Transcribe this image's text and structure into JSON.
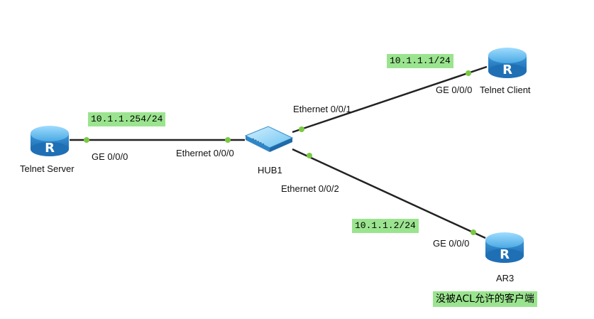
{
  "colors": {
    "link": "#222222",
    "port_dot": "#7ac943",
    "ip_highlight": "#9be48f",
    "router_body": "#4aa9e3",
    "hub_body": "#5db7ea"
  },
  "devices": {
    "telnet_server": {
      "name": "Telnet Server",
      "icon": "router-icon"
    },
    "telnet_client": {
      "name": "Telnet Client",
      "icon": "router-icon"
    },
    "ar3": {
      "name": "AR3",
      "icon": "router-icon"
    },
    "hub1": {
      "name": "HUB1",
      "icon": "hub-icon"
    }
  },
  "ports": {
    "server_ge": "GE 0/0/0",
    "hub_eth0": "Ethernet 0/0/0",
    "hub_eth1": "Ethernet 0/0/1",
    "hub_eth2": "Ethernet 0/0/2",
    "client_ge": "GE 0/0/0",
    "ar3_ge": "GE 0/0/0"
  },
  "ips": {
    "server": "10.1.1.254/24",
    "client": "10.1.1.1/24",
    "ar3": "10.1.1.2/24"
  },
  "notes": {
    "ar3": "没被ACL允许的客户端"
  }
}
